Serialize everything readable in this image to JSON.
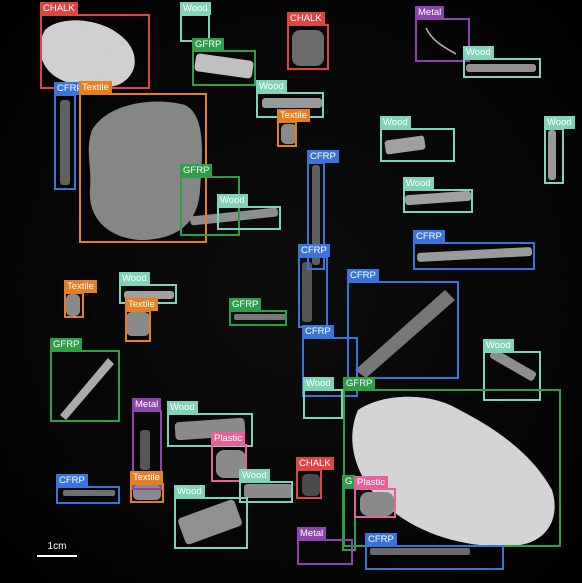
{
  "colors": {
    "CHALK": "#dd4444",
    "Wood": "#7fd4b8",
    "GFRP": "#2e9e4a",
    "Metal": "#8e44ad",
    "Textile": "#e67e22",
    "CFRP": "#3a74d8",
    "Plastic": "#e8609a"
  },
  "scale_label": "1cm",
  "detections": [
    {
      "label": "CHALK"
    },
    {
      "label": "Wood"
    },
    {
      "label": "CHALK"
    },
    {
      "label": "Metal"
    },
    {
      "label": "GFRP"
    },
    {
      "label": "Wood"
    },
    {
      "label": "CFRP"
    },
    {
      "label": "Textile"
    },
    {
      "label": "Wood"
    },
    {
      "label": "Textile"
    },
    {
      "label": "Wood"
    },
    {
      "label": "Wood"
    },
    {
      "label": "CFRP"
    },
    {
      "label": "GFRP"
    },
    {
      "label": "Wood"
    },
    {
      "label": "Wood"
    },
    {
      "label": "CFRP"
    },
    {
      "label": "CFRP"
    },
    {
      "label": "Textile"
    },
    {
      "label": "Wood"
    },
    {
      "label": "Textile"
    },
    {
      "label": "GFRP"
    },
    {
      "label": "CFRP"
    },
    {
      "label": "GFRP"
    },
    {
      "label": "CFRP"
    },
    {
      "label": "Wood"
    },
    {
      "label": "Wood"
    },
    {
      "label": "GFRP"
    },
    {
      "label": "Metal"
    },
    {
      "label": "Wood"
    },
    {
      "label": "Plastic"
    },
    {
      "label": "CHALK"
    },
    {
      "label": "CFRP"
    },
    {
      "label": "Textile"
    },
    {
      "label": "Wood"
    },
    {
      "label": "Wood"
    },
    {
      "label": "G"
    },
    {
      "label": "Plastic"
    },
    {
      "label": "Metal"
    },
    {
      "label": "CFRP"
    }
  ]
}
